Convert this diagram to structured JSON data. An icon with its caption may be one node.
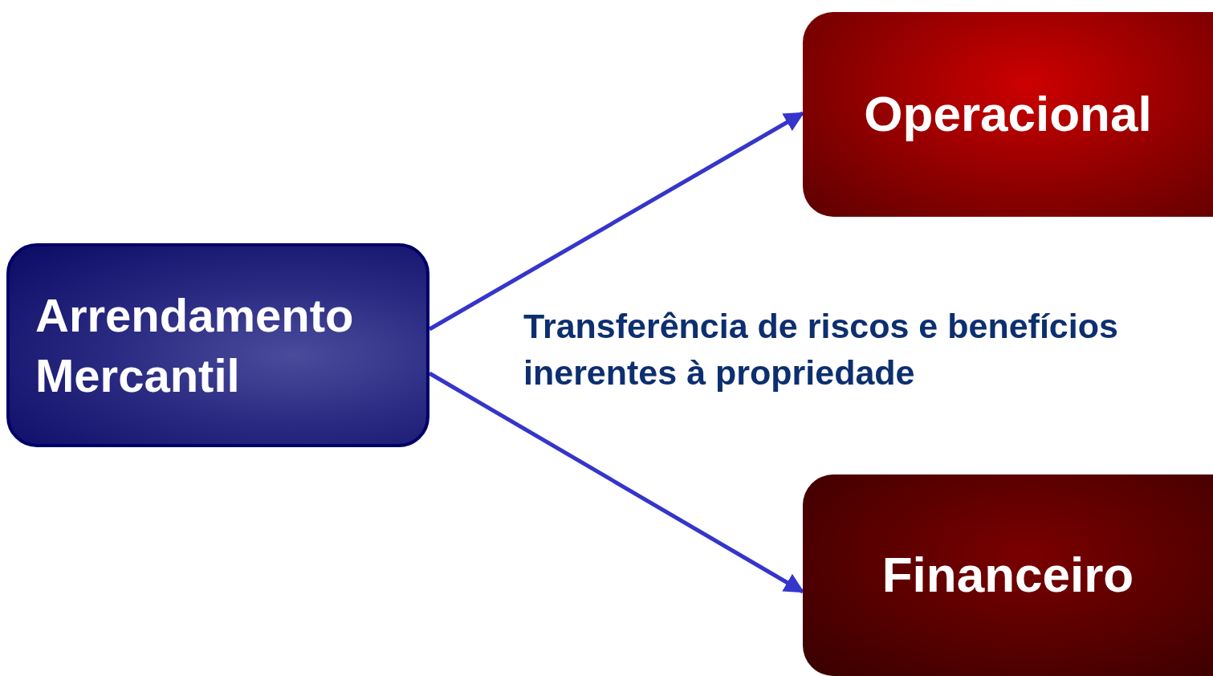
{
  "diagram": {
    "nodes": [
      {
        "text": [
          "Arrendamento Mercantil"
        ]
      },
      {
        "text": [
          "Operacional"
        ]
      },
      {
        "text": [
          "Financeiro"
        ]
      }
    ],
    "edges": [
      {
        "from": 0,
        "to": 1,
        "arrow": "to"
      },
      {
        "from": 0,
        "to": 2,
        "arrow": "to"
      }
    ],
    "labels": [
      "Transferência de riscos e benefícios inerentes à propriedade"
    ]
  }
}
